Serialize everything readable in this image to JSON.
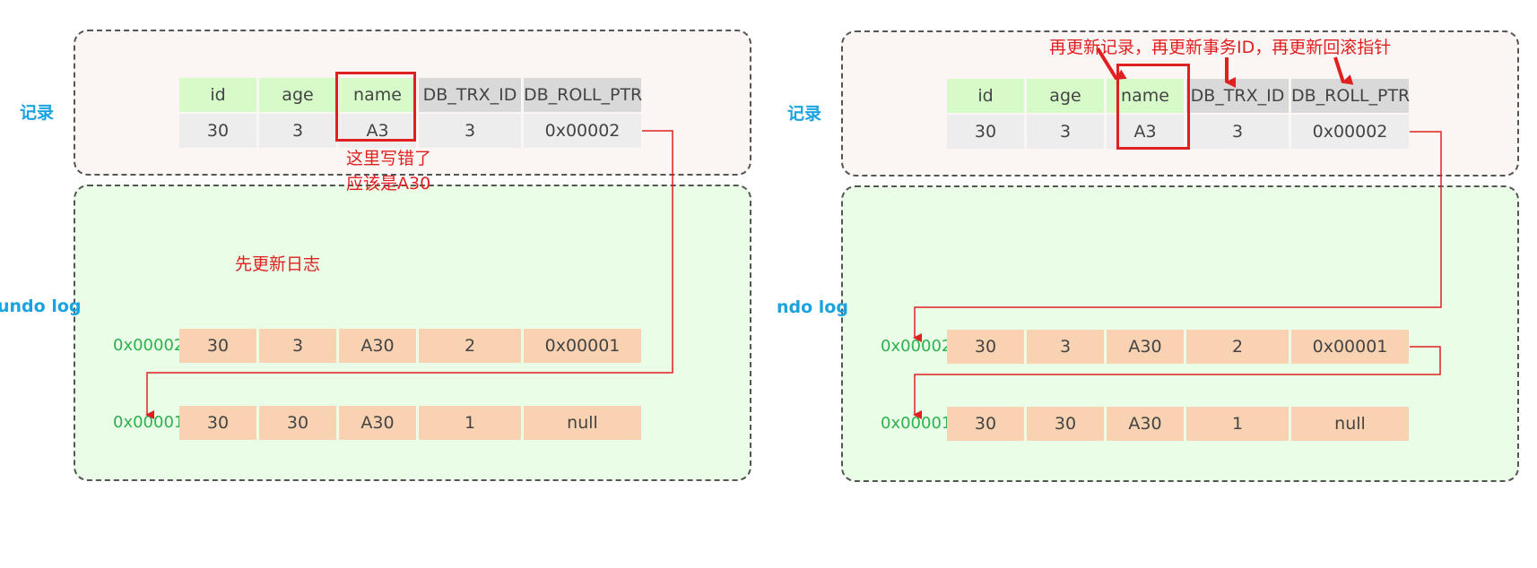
{
  "left": {
    "record_label": "记录",
    "undo_label": "undo log",
    "headers": [
      "id",
      "age",
      "name",
      "DB_TRX_ID",
      "DB_ROLL_PTR"
    ],
    "record_row": [
      "30",
      "3",
      "A3",
      "3",
      "0x00002"
    ],
    "undo_rows": [
      {
        "addr": "0x00002",
        "cells": [
          "30",
          "3",
          "A30",
          "2",
          "0x00001"
        ]
      },
      {
        "addr": "0x00001",
        "cells": [
          "30",
          "30",
          "A30",
          "1",
          "null"
        ]
      }
    ],
    "note_line1": "这里写错了",
    "note_line2": "应该是A30",
    "step_note": "先更新日志"
  },
  "right": {
    "record_label": "记录",
    "undo_label": "ndo log",
    "headers": [
      "id",
      "age",
      "name",
      "DB_TRX_ID",
      "DB_ROLL_PTR"
    ],
    "record_row": [
      "30",
      "3",
      "A3",
      "3",
      "0x00002"
    ],
    "undo_rows": [
      {
        "addr": "0x00002",
        "cells": [
          "30",
          "3",
          "A30",
          "2",
          "0x00001"
        ]
      },
      {
        "addr": "0x00001",
        "cells": [
          "30",
          "30",
          "A30",
          "1",
          "null"
        ]
      }
    ],
    "step_note": "再更新记录，再更新事务ID，再更新回滚指针"
  },
  "colors": {
    "accent_red": "#e02020",
    "label_blue": "#1aa3e0",
    "addr_green": "#2cb24e",
    "header_green": "#d6fbc9",
    "header_gray": "#d9d9d9",
    "undo_row": "#f9d2b2",
    "record_panel": "#fbf6f3",
    "undo_panel": "#eafde6"
  }
}
